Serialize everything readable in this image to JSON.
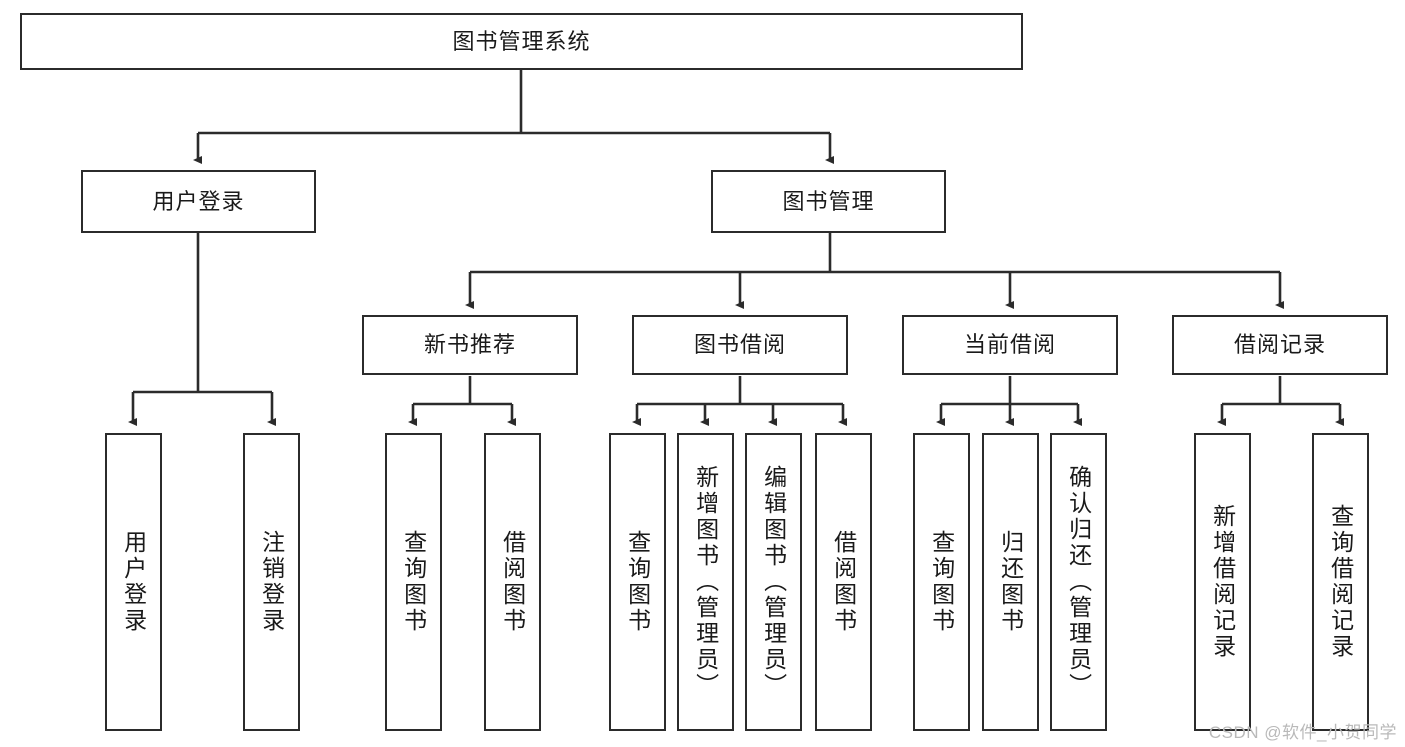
{
  "diagram": {
    "type": "tree-hierarchy",
    "title": "图书管理系统",
    "orientation": "top-down",
    "colors": {
      "node_border": "#2b2b2b",
      "node_fill": "#ffffff",
      "edge": "#2b2b2b",
      "text": "#1a1a1a",
      "watermark": "#b9b9b9",
      "background": "#ffffff"
    }
  },
  "root": {
    "label": "图书管理系统"
  },
  "level2": [
    {
      "label": "用户登录"
    },
    {
      "label": "图书管理"
    }
  ],
  "level3": [
    {
      "label": "新书推荐"
    },
    {
      "label": "图书借阅"
    },
    {
      "label": "当前借阅"
    },
    {
      "label": "借阅记录"
    }
  ],
  "leaves": {
    "user_login": [
      {
        "label": "用户登录"
      },
      {
        "label": "注销登录"
      }
    ],
    "new_book_recommend": [
      {
        "label": "查询图书"
      },
      {
        "label": "借阅图书"
      }
    ],
    "book_borrow": [
      {
        "label": "查询图书"
      },
      {
        "label": "新增图书（管理员）"
      },
      {
        "label": "编辑图书（管理员）"
      },
      {
        "label": "借阅图书"
      }
    ],
    "current_borrow": [
      {
        "label": "查询图书"
      },
      {
        "label": "归还图书"
      },
      {
        "label": "确认归还（管理员）"
      }
    ],
    "borrow_record": [
      {
        "label": "新增借阅记录"
      },
      {
        "label": "查询借阅记录"
      }
    ]
  },
  "watermark": {
    "text": "CSDN @软件_小贺同学"
  }
}
